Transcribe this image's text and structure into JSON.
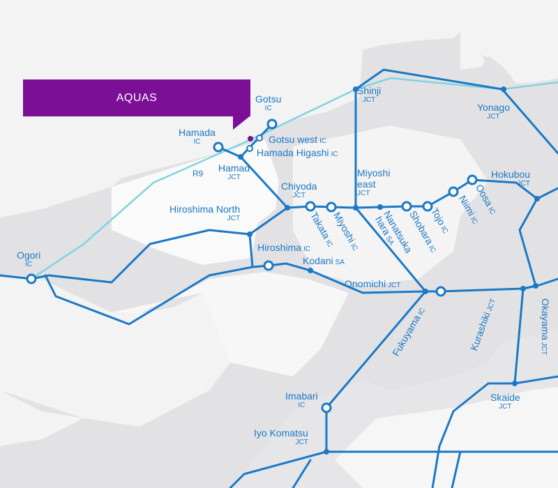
{
  "colors": {
    "line": "#1a78c6",
    "r9": "#7fd3df",
    "aquas": "#7b0f96",
    "land": "#e2e2e4",
    "land_light": "#fafafa",
    "sea": "#f3f3f4"
  },
  "banner": {
    "title": "AQUAS"
  },
  "labels": {
    "gotsu": {
      "name": "Gotsu",
      "type": "IC"
    },
    "gotsu_west": {
      "name": "Gotsu west",
      "type": "IC"
    },
    "hamada_higashi": {
      "name": "Hamada Higashi",
      "type": "IC"
    },
    "hamada": {
      "name": "Hamada",
      "type": "IC"
    },
    "hamada_jct": {
      "name": "Hamad",
      "type": "JCT"
    },
    "r9": {
      "name": "R9"
    },
    "shinji": {
      "name": "Shinji",
      "type": "JCT"
    },
    "yonago": {
      "name": "Yonago",
      "type": "JCT"
    },
    "miyoshi_east": {
      "name": "Miyoshi east",
      "type": "JCT"
    },
    "chiyoda": {
      "name": "Chiyoda",
      "type": "JCT"
    },
    "hokubou": {
      "name": "Hokubou",
      "type": "JCT"
    },
    "hiroshima_north": {
      "name": "Hiroshima North",
      "type": "JCT"
    },
    "ogori": {
      "name": "Ogori",
      "type": "IC"
    },
    "hiroshima": {
      "name": "Hiroshima",
      "type": "IC"
    },
    "kodani": {
      "name": "Kodani",
      "type": "SA"
    },
    "onomichi": {
      "name": "Onomichi",
      "type": "JCT"
    },
    "takata": {
      "name": "Takata",
      "type": "IC"
    },
    "miyoshi": {
      "name": "Miyoshi",
      "type": "IC"
    },
    "nanatsuka_1": {
      "name": "Nanatsuka"
    },
    "nanatsuka_2": {
      "name": "hara",
      "type": "SA"
    },
    "shobara": {
      "name": "Shobara",
      "type": "IC"
    },
    "tojo": {
      "name": "Tojo",
      "type": "IC"
    },
    "niimi": {
      "name": "Niimi",
      "type": "IC"
    },
    "oosa": {
      "name": "Oosa",
      "type": "IC"
    },
    "fukuyama": {
      "name": "Fukuyama",
      "type": "IC"
    },
    "kurashiki": {
      "name": "Kurashiki",
      "type": "JCT"
    },
    "okayama": {
      "name": "Okayama",
      "type": "JCT"
    },
    "skaide": {
      "name": "Skaide",
      "type": "JCT"
    },
    "imabari": {
      "name": "Imabari",
      "type": "IC"
    },
    "iyo_komatsu": {
      "name": "Iyo Komatsu",
      "type": "JCT"
    }
  }
}
